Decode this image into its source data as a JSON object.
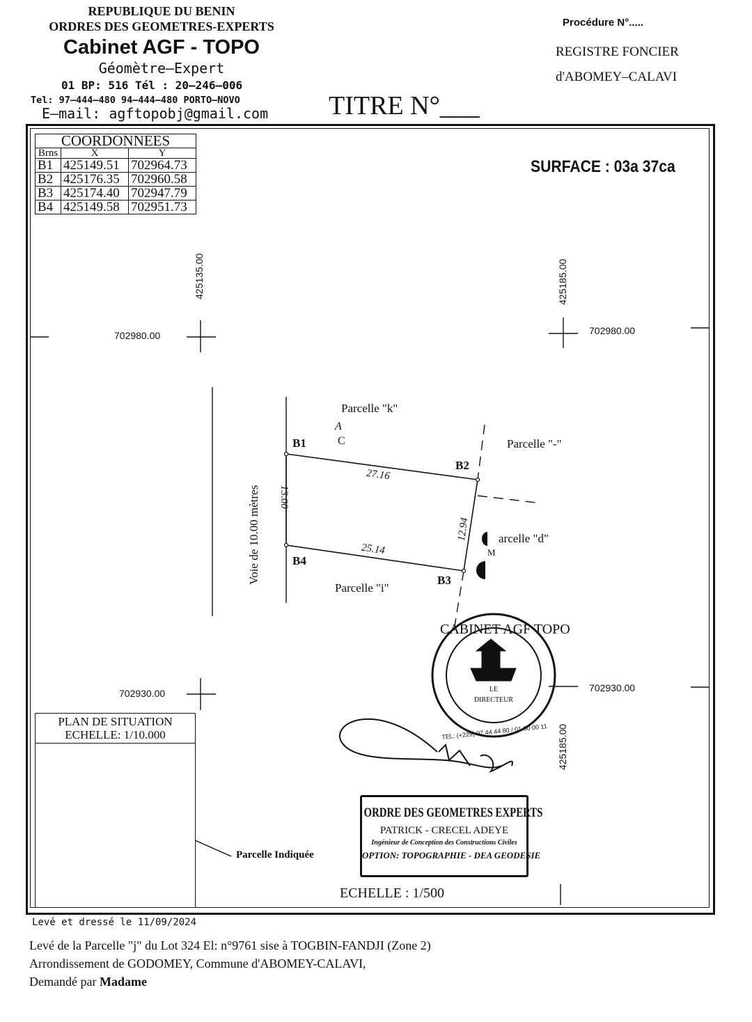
{
  "header": {
    "republic": "REPUBLIQUE DU BENIN",
    "order": "ORDRES DES GEOMETRES-EXPERTS",
    "firm": "Cabinet  AGF - TOPO",
    "profession": "Géomètre–Expert",
    "bp_tel": "01  BP:  516  Tél  :  20–246–006",
    "tel2": "Tel:  97–444–480  94–444–480  PORTO–NOVO",
    "email": "E–mail:  agftopobj@gmail.com",
    "procedure": "Procédure  N°.....",
    "registry_line1": "REGISTRE  FONCIER",
    "registry_line2": "d'ABOMEY–CALAVI",
    "title": "TITRE  N°___"
  },
  "coordinates": {
    "title": "COORDONNEES",
    "col_brns": "Brns",
    "col_x": "X",
    "col_y": "Y",
    "rows": [
      {
        "b": "B1",
        "x": "425149.51",
        "y": "702964.73"
      },
      {
        "b": "B2",
        "x": "425176.35",
        "y": "702960.58"
      },
      {
        "b": "B3",
        "x": "425174.40",
        "y": "702947.79"
      },
      {
        "b": "B4",
        "x": "425149.58",
        "y": "702951.73"
      }
    ]
  },
  "surface": "SURFACE : 03a 37ca",
  "grid": {
    "x_left": "425135.00",
    "x_right": "425185.00",
    "y_top_left": "702980.00",
    "y_top_right": "702980.00",
    "y_bottom_left": "702930.00",
    "y_bottom_right": "702930.00",
    "x_right_bottom": "425185.00"
  },
  "plot": {
    "road": "Voie      de      10.00      mètres",
    "corners": [
      "B1",
      "B2",
      "B3",
      "B4"
    ],
    "dist_top": "27.16",
    "dist_bottom": "25.14",
    "dist_left": "13.00",
    "dist_right": "12.94",
    "parcel_k": "Parcelle \"k\"",
    "parcel_partial_right": "Parcelle \"-\"",
    "parcel_d": "arcelle \"d\"",
    "parcel_d_sub": "M",
    "parcel_i": "Parcelle \"i\"",
    "frag1": "A",
    "frag2": "C"
  },
  "stamp": {
    "ring_top": "CABINET AGF TOPO",
    "ring_bottom": "TEL: (+229) 97 44 44 80 / 01 00 00 11",
    "center1": "LE",
    "center2": "DIRECTEUR"
  },
  "situation": {
    "title1": "PLAN DE SITUATION",
    "title2": "ECHELLE: 1/10.000",
    "pointer_label": "Parcelle Indiquée"
  },
  "seal": {
    "line1": "ORDRE DES GEOMETRES EXPERTS",
    "line2": "PATRICK - CRECEL ADEYE",
    "line3": "Ingénieur de Conception des Constructions Civiles",
    "line4": "OPTION: TOPOGRAPHIE - DEA GEODESIE"
  },
  "scale": "ECHELLE : 1/500",
  "footer": {
    "drawn": "Levé  et  dressé  le  11/09/2024",
    "line1": "Levé de la Parcelle \"j\" du Lot 324 El: n°9761 sise à TOGBIN-FANDJI (Zone 2)",
    "line2": "Arrondissement de GODOMEY, Commune d'ABOMEY-CALAVI,",
    "line3_prefix": "Demandé par ",
    "line3_bold": "Madame"
  }
}
